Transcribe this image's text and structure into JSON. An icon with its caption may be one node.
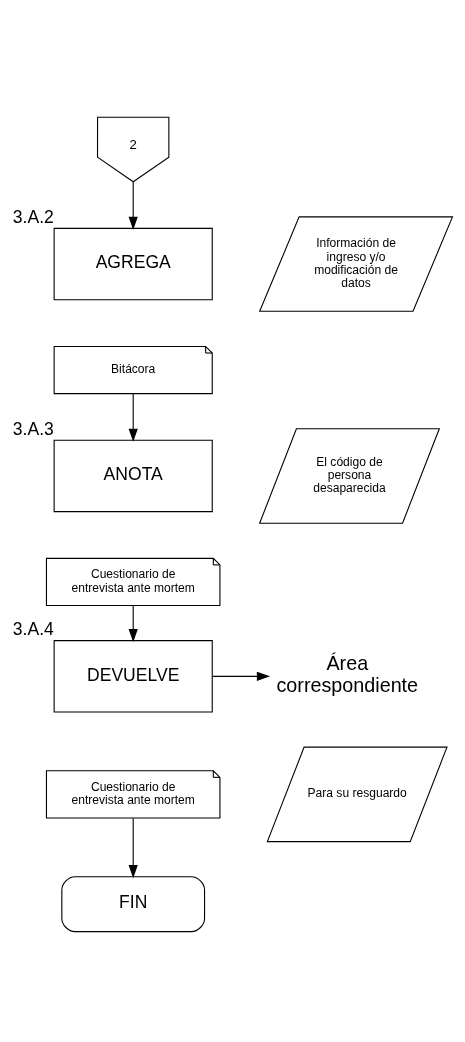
{
  "diagram": {
    "nodes": [
      {
        "text": [
          "2"
        ]
      },
      {
        "text": [
          "AGREGA"
        ],
        "beside": [
          "3.A.2"
        ]
      },
      {
        "text": [
          "Bitácora"
        ]
      },
      {
        "text": [
          "Información de ingreso y/o modificación de datos"
        ]
      },
      {
        "text": [
          "ANOTA"
        ],
        "beside": [
          "3.A.3"
        ]
      },
      {
        "text": [
          "Cuestionario de entrevista ante mortem"
        ]
      },
      {
        "text": [
          "El código de persona desaparecida"
        ]
      },
      {
        "text": [
          "DEVUELVE"
        ],
        "beside": [
          "3.A.4"
        ]
      },
      {
        "text": [
          "Cuestionario de entrevista ante mortem"
        ]
      },
      {
        "text": [
          "Área correspondiente"
        ]
      },
      {
        "text": [
          "Para su resguardo"
        ]
      },
      {
        "text": [
          "FIN"
        ]
      }
    ],
    "edges": [
      {
        "from": 0,
        "to": 1,
        "arrow": "to"
      },
      {
        "from": 2,
        "to": 4,
        "arrow": "to"
      },
      {
        "from": 5,
        "to": 7,
        "arrow": "to"
      },
      {
        "from": 7,
        "to": 9,
        "arrow": "to"
      },
      {
        "from": 8,
        "to": 11,
        "arrow": "to"
      }
    ]
  }
}
